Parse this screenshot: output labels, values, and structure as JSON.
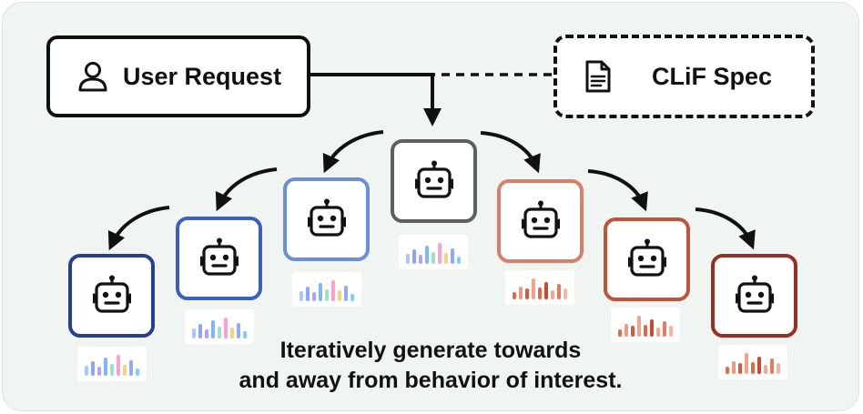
{
  "user_request": {
    "label": "User Request",
    "icon": "user-icon"
  },
  "clif_spec": {
    "label": "CLiF Spec",
    "icon": "document-icon"
  },
  "caption": {
    "line1": "Iteratively generate towards",
    "line2": "and away from behavior of interest."
  },
  "robot_colors": {
    "robot-neutral": "#5f5f5f",
    "robot-left-1": "#6a8fd6",
    "robot-left-2": "#3a5fc0",
    "robot-left-3": "#253f97",
    "robot-right-1": "#d67f6a",
    "robot-right-2": "#c0533a",
    "robot-right-3": "#972f25"
  },
  "histograms": {
    "cool": {
      "colors": [
        "#a6c8ff",
        "#8aa6ff",
        "#b89cff",
        "#7fb7ff",
        "#9be3c7",
        "#ff9fd0",
        "#f6d27a",
        "#93a8ff",
        "#7ad0ff"
      ],
      "heights": [
        0.45,
        0.65,
        0.4,
        0.85,
        0.55,
        0.95,
        0.5,
        0.7,
        0.35
      ]
    },
    "warm": {
      "colors": [
        "#e4694a",
        "#ef9880",
        "#d9573c",
        "#f2a18a",
        "#e06748",
        "#c84a32",
        "#f0a88f",
        "#e47a60",
        "#f3b4a0"
      ],
      "heights": [
        0.35,
        0.6,
        0.5,
        0.95,
        0.55,
        0.8,
        0.4,
        0.7,
        0.5
      ]
    }
  }
}
